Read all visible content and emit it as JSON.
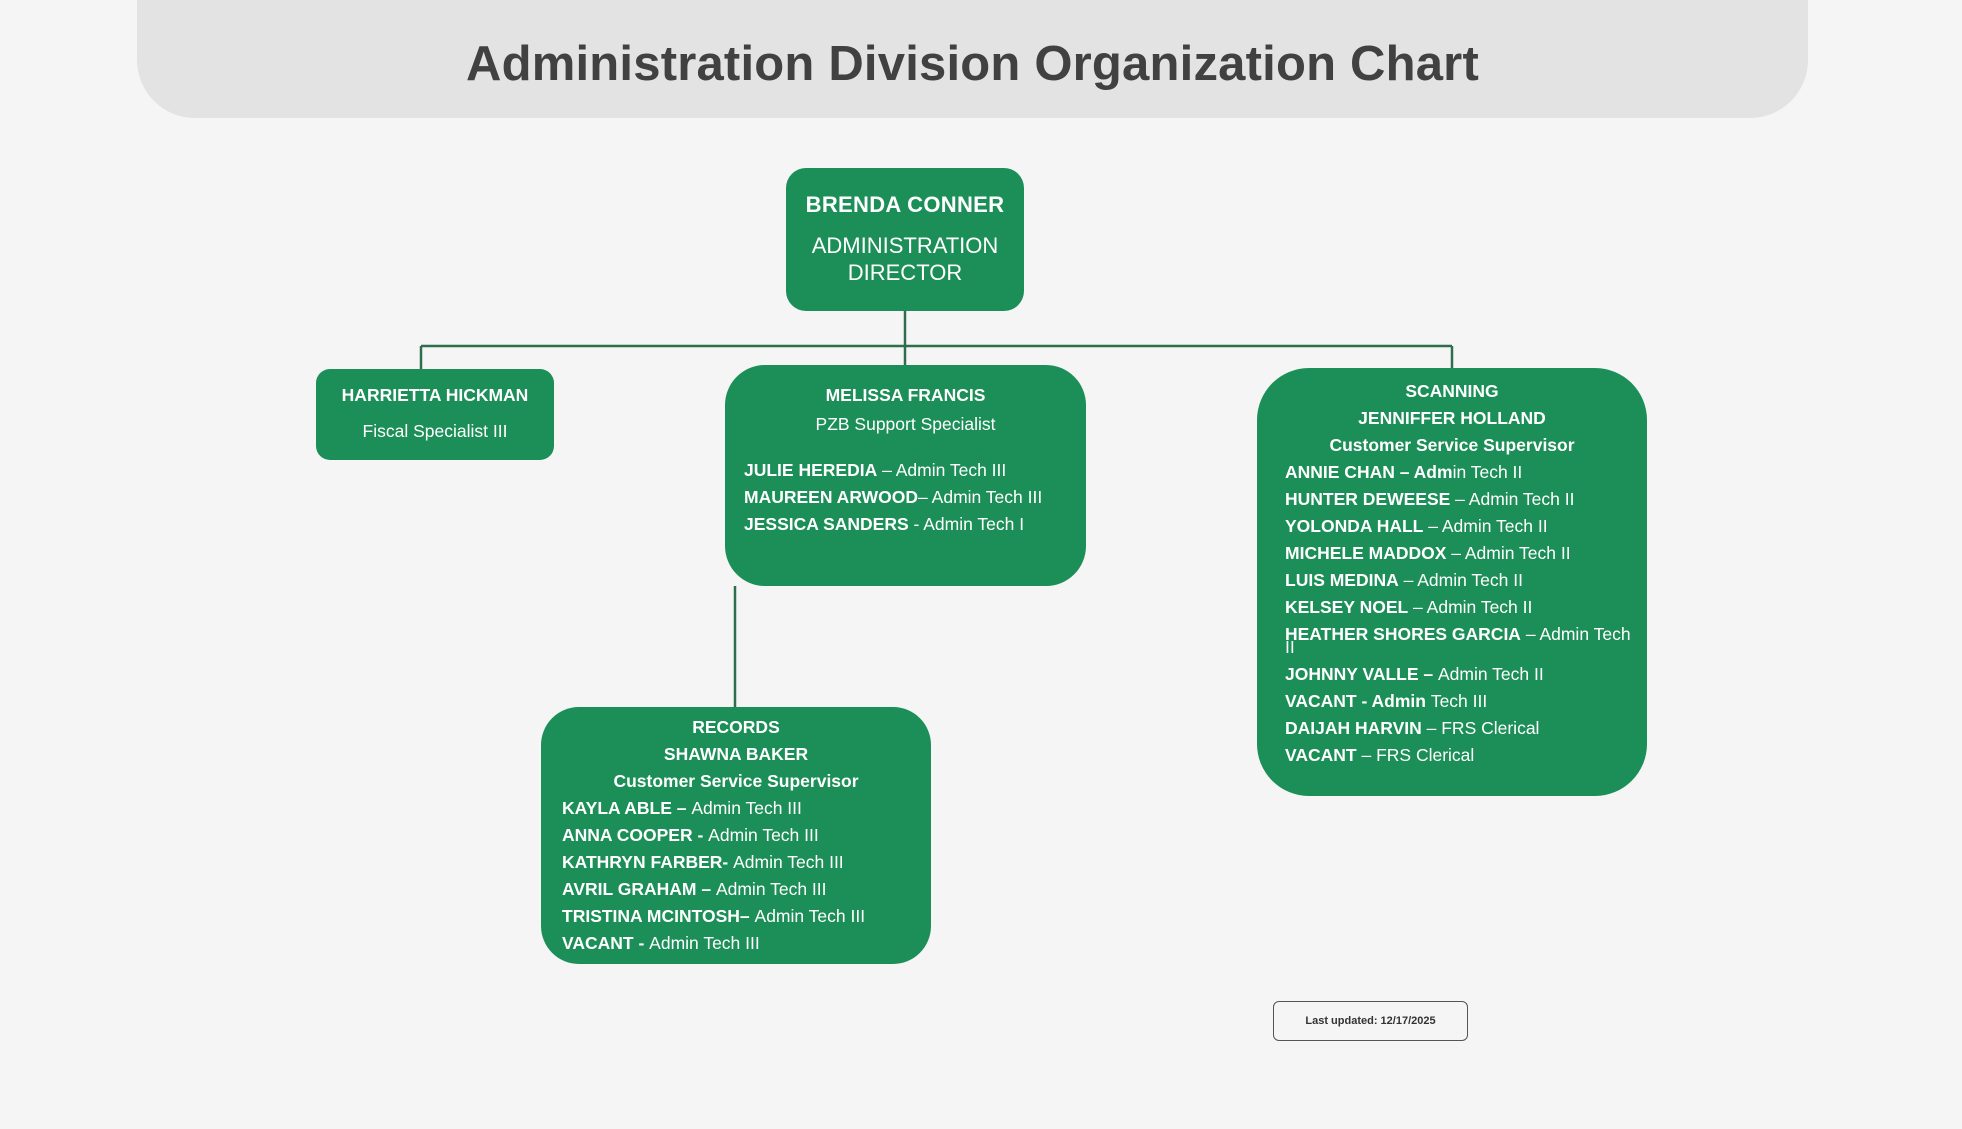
{
  "title": "Administration Division Organization Chart",
  "director": {
    "name": "BRENDA CONNER",
    "title_line1": "ADMINISTRATION",
    "title_line2": "DIRECTOR"
  },
  "harrietta": {
    "name": "HARRIETTA HICKMAN",
    "title": "Fiscal Specialist III"
  },
  "melissa": {
    "name": "MELISSA FRANCIS",
    "title": "PZB Support Specialist",
    "staff": [
      {
        "name": "JULIE HEREDIA",
        "role": " – Admin Tech III"
      },
      {
        "name": "MAUREEN ARWOOD",
        "role": "– Admin Tech III"
      },
      {
        "name": "JESSICA SANDERS",
        "role": " -  Admin Tech I"
      }
    ]
  },
  "records": {
    "section": "RECORDS",
    "supervisor": "SHAWNA BAKER",
    "supervisor_title": "Customer Service Supervisor",
    "staff": [
      {
        "name": "KAYLA ABLE – ",
        "role": "Admin Tech III"
      },
      {
        "name": "ANNA COOPER - ",
        "role": "Admin Tech III"
      },
      {
        "name": "KATHRYN FARBER- ",
        "role": "Admin Tech III"
      },
      {
        "name": "AVRIL GRAHAM – ",
        "role": "Admin Tech III"
      },
      {
        "name": "TRISTINA MCINTOSH– ",
        "role": "Admin Tech III"
      },
      {
        "name": "VACANT - ",
        "role": "Admin Tech III"
      }
    ]
  },
  "scanning": {
    "section": "SCANNING",
    "supervisor": "JENNIFFER HOLLAND",
    "supervisor_title": "Customer Service Supervisor",
    "staff": [
      {
        "name": "ANNIE CHAN – Adm",
        "role": "in Tech II"
      },
      {
        "name": "HUNTER DEWEESE",
        "role": " – Admin Tech II"
      },
      {
        "name": "YOLONDA HALL",
        "role": " – Admin Tech II"
      },
      {
        "name": "MICHELE MADDOX",
        "role": " – Admin Tech II"
      },
      {
        "name": "LUIS MEDINA",
        "role": " – Admin Tech II"
      },
      {
        "name": "KELSEY NOEL",
        "role": " – Admin Tech II"
      },
      {
        "name": "HEATHER SHORES GARCIA",
        "role": " – Admin Tech II"
      },
      {
        "name": "JOHNNY VALLE – ",
        "role": "Admin Tech II"
      },
      {
        "name": "VACANT - Admin ",
        "role": "Tech III"
      },
      {
        "name": "DAIJAH HARVIN",
        "role": " – FRS Clerical"
      },
      {
        "name": "VACANT",
        "role": " – FRS Clerical"
      }
    ]
  },
  "last_updated": "Last updated: 12/17/2025",
  "colors": {
    "box": "#1b8f57",
    "line": "#2e6e4c",
    "header_bg": "#e3e3e3",
    "title": "#414141"
  }
}
